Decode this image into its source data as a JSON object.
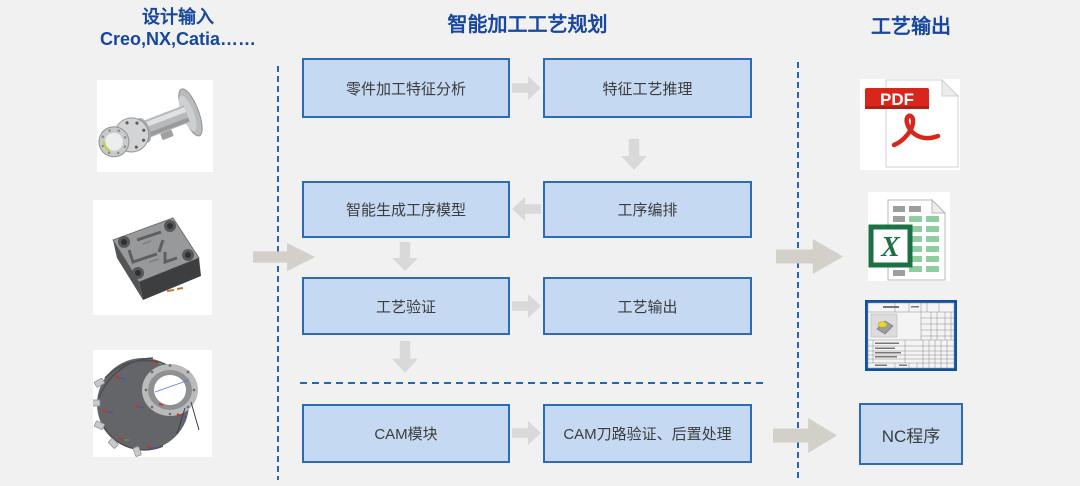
{
  "header": {
    "design_title": "设计输入",
    "design_subtitle": "Creo,NX,Catia……",
    "planning_title": "智能加工工艺规划",
    "output_title": "工艺输出"
  },
  "flow": {
    "feature_analysis": "零件加工特征分析",
    "feature_reasoning": "特征工艺推理",
    "process_model_gen": "智能生成工序模型",
    "process_sequencing": "工序编排",
    "process_verification": "工艺验证",
    "process_output": "工艺输出",
    "cam_module": "CAM模块",
    "cam_toolpath": "CAM刀路验证、后置处理",
    "nc_program": "NC程序"
  },
  "output_icons": {
    "pdf_label": "PDF",
    "excel_x": "X",
    "pdf_icon_name": "pdf-file-icon",
    "excel_icon_name": "excel-file-icon",
    "process_card_name": "process-card-image"
  },
  "design_images": [
    {
      "name": "shaft-coupling-model"
    },
    {
      "name": "machined-plate-model"
    },
    {
      "name": "engine-casing-model"
    }
  ],
  "colors": {
    "background": "#F0F1F0",
    "title_blue": "#17479E",
    "box_fill": "#C5D9F2",
    "box_border": "#2E6BB5",
    "box_text": "#3D3D3D",
    "dashed_line_blue": "#2767B0",
    "small_arrow_gray": "#D9D9D9",
    "big_arrow_gray": "#D3D0CA",
    "pdf_red": "#D9261C",
    "excel_green": "#1C7144",
    "card_border_blue": "#1050A0"
  }
}
